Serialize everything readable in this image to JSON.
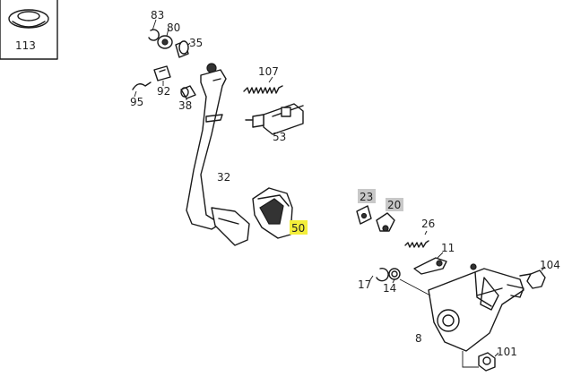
{
  "inset": {
    "label": "113"
  },
  "parts": [
    {
      "id": "p83",
      "label": "83"
    },
    {
      "id": "p80",
      "label": "80"
    },
    {
      "id": "p35",
      "label": "35"
    },
    {
      "id": "p92",
      "label": "92"
    },
    {
      "id": "p95",
      "label": "95"
    },
    {
      "id": "p38",
      "label": "38"
    },
    {
      "id": "p107",
      "label": "107"
    },
    {
      "id": "p53",
      "label": "53"
    },
    {
      "id": "p32",
      "label": "32"
    },
    {
      "id": "p50",
      "label": "50",
      "highlight": "yellow"
    },
    {
      "id": "p23",
      "label": "23",
      "highlight": "gray"
    },
    {
      "id": "p20",
      "label": "20",
      "highlight": "gray"
    },
    {
      "id": "p26",
      "label": "26"
    },
    {
      "id": "p11",
      "label": "11"
    },
    {
      "id": "p104",
      "label": "104"
    },
    {
      "id": "p17",
      "label": "17"
    },
    {
      "id": "p14",
      "label": "14"
    },
    {
      "id": "p8",
      "label": "8"
    },
    {
      "id": "p101",
      "label": "101"
    }
  ],
  "colors": {
    "highlight_yellow": "#f3ee3a",
    "highlight_gray": "#c8c8c8",
    "line": "#1a1a1a"
  }
}
